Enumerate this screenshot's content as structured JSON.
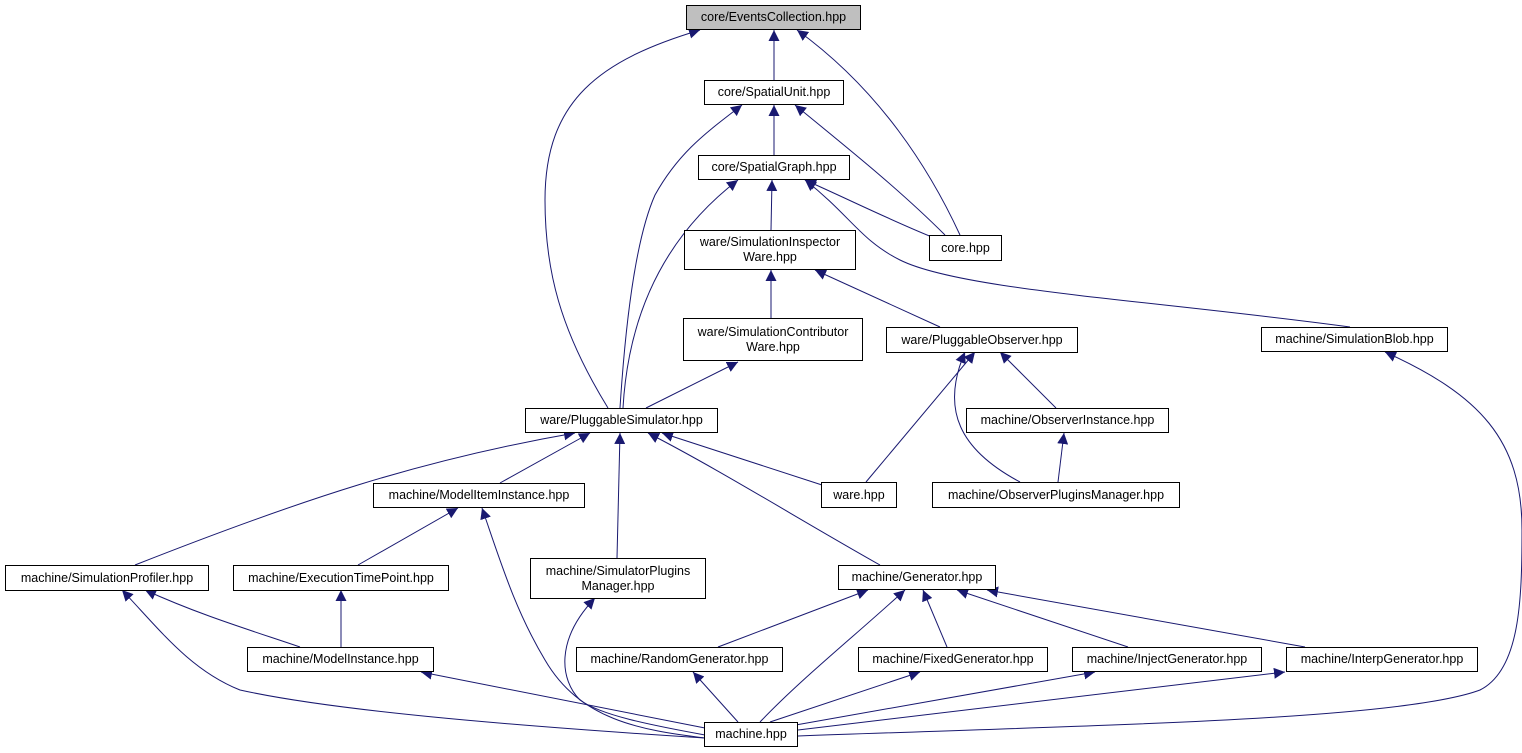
{
  "colors": {
    "edge": "#191970",
    "root_fill": "#bfbfbf",
    "node_fill": "#ffffff",
    "border": "#000000"
  },
  "nodes": {
    "events_collection": {
      "lines": [
        "core/EventsCollection.hpp"
      ]
    },
    "spatial_unit": {
      "lines": [
        "core/SpatialUnit.hpp"
      ]
    },
    "spatial_graph": {
      "lines": [
        "core/SpatialGraph.hpp"
      ]
    },
    "core": {
      "lines": [
        "core.hpp"
      ]
    },
    "sim_inspector": {
      "lines": [
        "ware/SimulationInspector",
        "Ware.hpp"
      ]
    },
    "sim_contributor": {
      "lines": [
        "ware/SimulationContributor",
        "Ware.hpp"
      ]
    },
    "pluggable_observer": {
      "lines": [
        "ware/PluggableObserver.hpp"
      ]
    },
    "sim_blob": {
      "lines": [
        "machine/SimulationBlob.hpp"
      ]
    },
    "observer_instance": {
      "lines": [
        "machine/ObserverInstance.hpp"
      ]
    },
    "pluggable_simulator": {
      "lines": [
        "ware/PluggableSimulator.hpp"
      ]
    },
    "ware": {
      "lines": [
        "ware.hpp"
      ]
    },
    "observer_plugins_manager": {
      "lines": [
        "machine/ObserverPluginsManager.hpp"
      ]
    },
    "model_item_instance": {
      "lines": [
        "machine/ModelItemInstance.hpp"
      ]
    },
    "sim_profiler": {
      "lines": [
        "machine/SimulationProfiler.hpp"
      ]
    },
    "execution_time_point": {
      "lines": [
        "machine/ExecutionTimePoint.hpp"
      ]
    },
    "simulator_plugins_manager": {
      "lines": [
        "machine/SimulatorPlugins",
        "Manager.hpp"
      ]
    },
    "generator": {
      "lines": [
        "machine/Generator.hpp"
      ]
    },
    "model_instance": {
      "lines": [
        "machine/ModelInstance.hpp"
      ]
    },
    "random_generator": {
      "lines": [
        "machine/RandomGenerator.hpp"
      ]
    },
    "fixed_generator": {
      "lines": [
        "machine/FixedGenerator.hpp"
      ]
    },
    "inject_generator": {
      "lines": [
        "machine/InjectGenerator.hpp"
      ]
    },
    "interp_generator": {
      "lines": [
        "machine/InterpGenerator.hpp"
      ]
    },
    "machine": {
      "lines": [
        "machine.hpp"
      ]
    }
  }
}
